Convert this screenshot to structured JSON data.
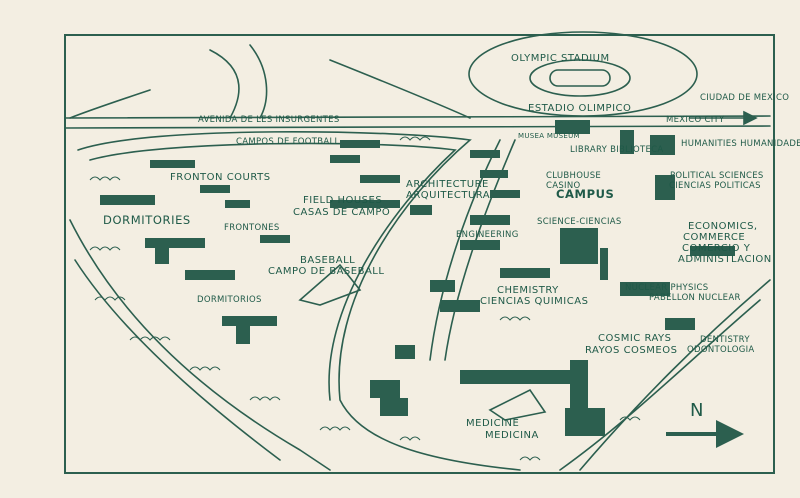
{
  "map": {
    "ink_color": "#1f5a48",
    "paper_color": "#f3eee2",
    "labels": {
      "olympic_stadium": "OLYMPIC STADIUM",
      "estadio_olimpico": "ESTADIO OLIMPICO",
      "avenida": "AVENIDA DE LES INSURGENTES",
      "ciudad_de_mexico": "CIUDAD DE MEXICO",
      "mexico_city": "MEXICO CITY",
      "museum": "MUSEA MUSEUM",
      "library": "LIBRARY BIBLIOTECA",
      "humanities": "HUMANITIES HUMANIDADES",
      "campos_football": "CAMPOS DE FOOTBALL",
      "fronton_courts": "FRONTON COURTS",
      "field_houses": "FIELD HOUSES",
      "casas_de_campo": "CASAS DE CAMPO",
      "architecture": "ARCHITECTURE",
      "arquitectura": "ARQUITECTURA",
      "clubhouse": "CLUBHOUSE",
      "casino": "CASINO",
      "campus": "CAMPUS",
      "political_sciences": "POLITICAL SCIENCES",
      "ciencias_politicas": "CIENCIAS POLITICAS",
      "dormitories": "DORMITORIES",
      "frontones": "FRONTONES",
      "engineering": "ENGINEERING",
      "science": "SCIENCE-CIENCIAS",
      "economics": "ECONOMICS,",
      "commerce": "COMMERCE",
      "comercio": "COMERCIO Y",
      "administlacion": "ADMINISTLACION",
      "baseball": "BASEBALL",
      "campo_baseball": "CAMPO DE BASEBALL",
      "dormitorios": "DORMITORIOS",
      "chemistry": "CHEMISTRY",
      "ciencias_quimicas": "CIENCIAS QUIMICAS",
      "nuclear_physics": "NUCLEAR PHYSICS",
      "pabellon_nuclear": "PABELLON NUCLEAR",
      "cosmic_rays": "COSMIC RAYS",
      "rayos_cosmeos": "RAYOS COSMEOS",
      "dentistry": "DENTISTRY",
      "odontologia": "ODONTOLOGIA",
      "medicine": "MEDICINE",
      "medicina": "MEDICINA",
      "north": "N"
    }
  }
}
